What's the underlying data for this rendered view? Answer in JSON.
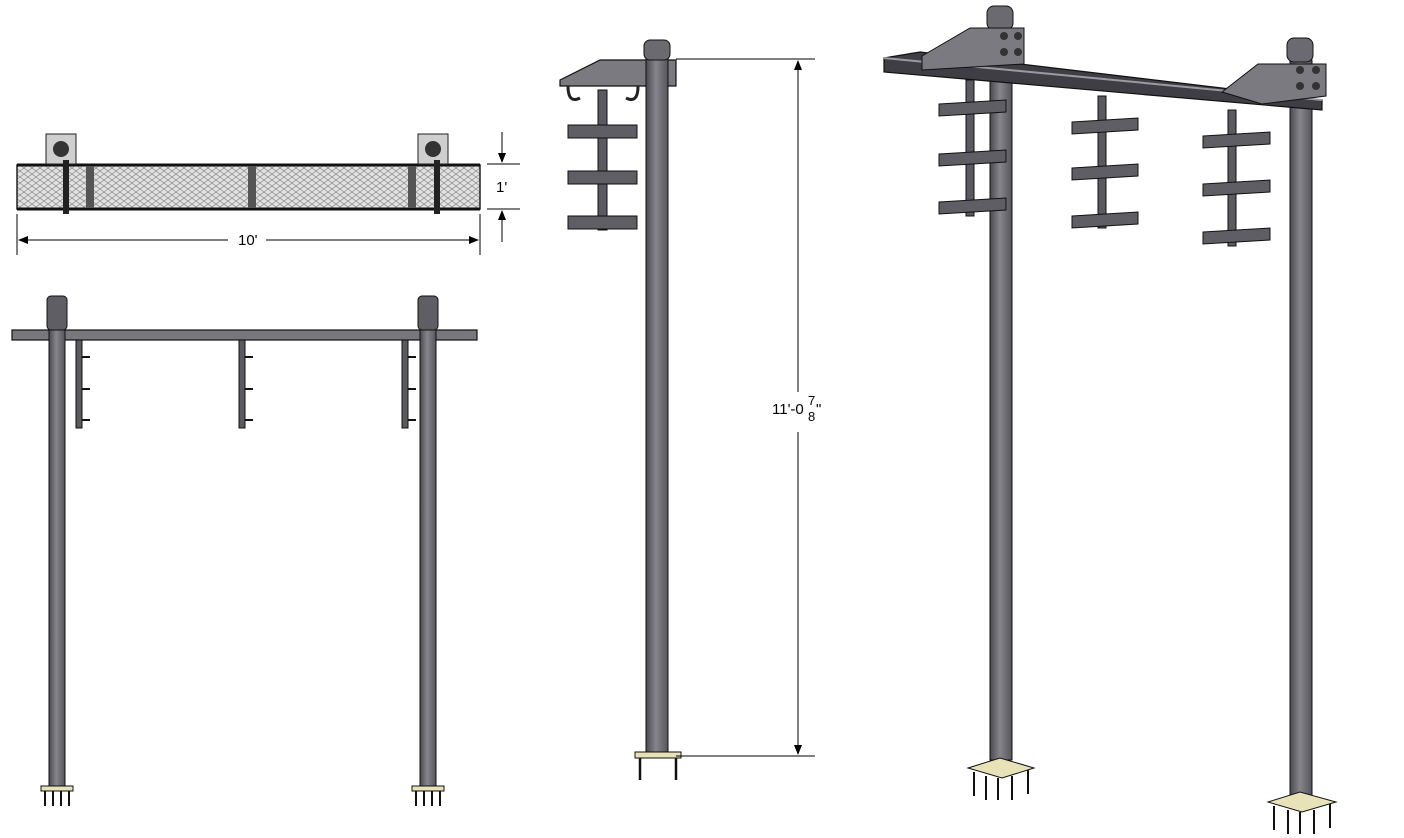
{
  "dimensions": {
    "length_label": "10'",
    "width_label": "1'",
    "height_main": "11'-0",
    "height_frac_num": "7",
    "height_frac_den": "8",
    "height_inch_mark": "\""
  },
  "colors": {
    "steel": "#6e6e74",
    "steel_light": "#8d8d93",
    "steel_dark": "#3c3c40",
    "outline": "#1a1a1a",
    "mesh_fill": "#d6d6d6",
    "base_plate": "#e8e2b8",
    "dim_line": "#000000"
  }
}
